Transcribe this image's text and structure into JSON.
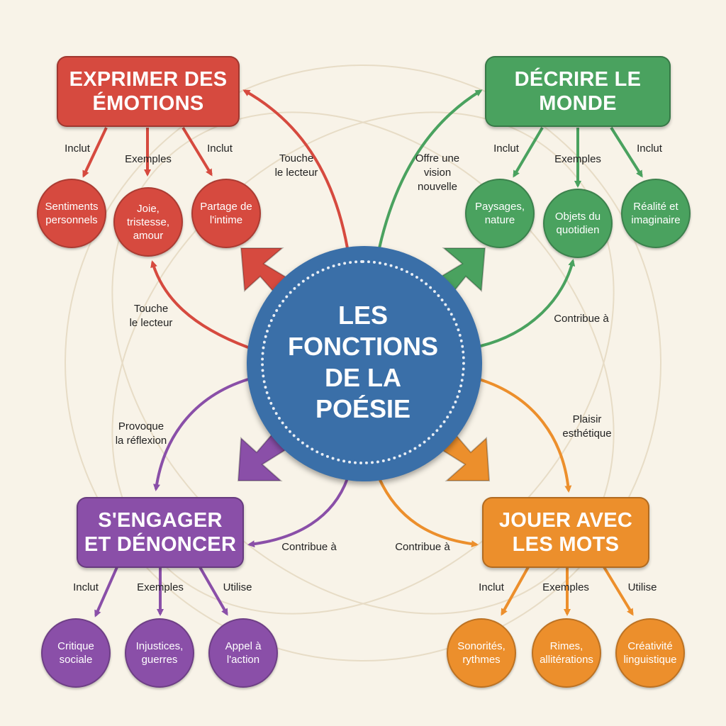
{
  "center": {
    "title": "LES\nFONCTIONS\nDE LA\nPOÉSIE",
    "color": "#3a6fa8"
  },
  "branches": [
    {
      "id": "emotions",
      "title": "EXPRIMER DES\nÉMOTIONS",
      "color": "#d64a3f",
      "center_link": "Touche\nle lecteur",
      "children": [
        {
          "label": "Sentiments\npersonnels",
          "relation": "Inclut"
        },
        {
          "label": "Joie,\ntristesse,\namour",
          "relation": "Exemples"
        },
        {
          "label": "Partage de\nl'intime",
          "relation": "Inclut"
        }
      ],
      "child_link": "Touche\nle lecteur"
    },
    {
      "id": "monde",
      "title": "DÉCRIRE LE\nMONDE",
      "color": "#4aa25f",
      "center_link": "Offre une\nvision\nnouvelle",
      "children": [
        {
          "label": "Paysages,\nnature",
          "relation": "Inclut"
        },
        {
          "label": "Objets du\nquotidien",
          "relation": "Exemples"
        },
        {
          "label": "Réalité et\nimaginaire",
          "relation": "Inclut"
        }
      ],
      "child_link": "Contribue à"
    },
    {
      "id": "engager",
      "title": "S'ENGAGER\nET DÉNONCER",
      "color": "#8a4fa8",
      "center_link": "Provoque\nla réflexion",
      "children": [
        {
          "label": "Critique\nsociale",
          "relation": "Inclut"
        },
        {
          "label": "Injustices,\nguerres",
          "relation": "Exemples"
        },
        {
          "label": "Appel à\nl'action",
          "relation": "Utilise"
        }
      ],
      "child_link": "Contribue à"
    },
    {
      "id": "mots",
      "title": "JOUER AVEC\nLES MOTS",
      "color": "#ec8f2c",
      "center_link": "Plaisir\nesthétique",
      "children": [
        {
          "label": "Sonorités,\nrythmes",
          "relation": "Inclut"
        },
        {
          "label": "Rimes,\nallitérations",
          "relation": "Exemples"
        },
        {
          "label": "Créativité\nlinguistique",
          "relation": "Utilise"
        }
      ],
      "child_link": "Contribue à"
    }
  ]
}
